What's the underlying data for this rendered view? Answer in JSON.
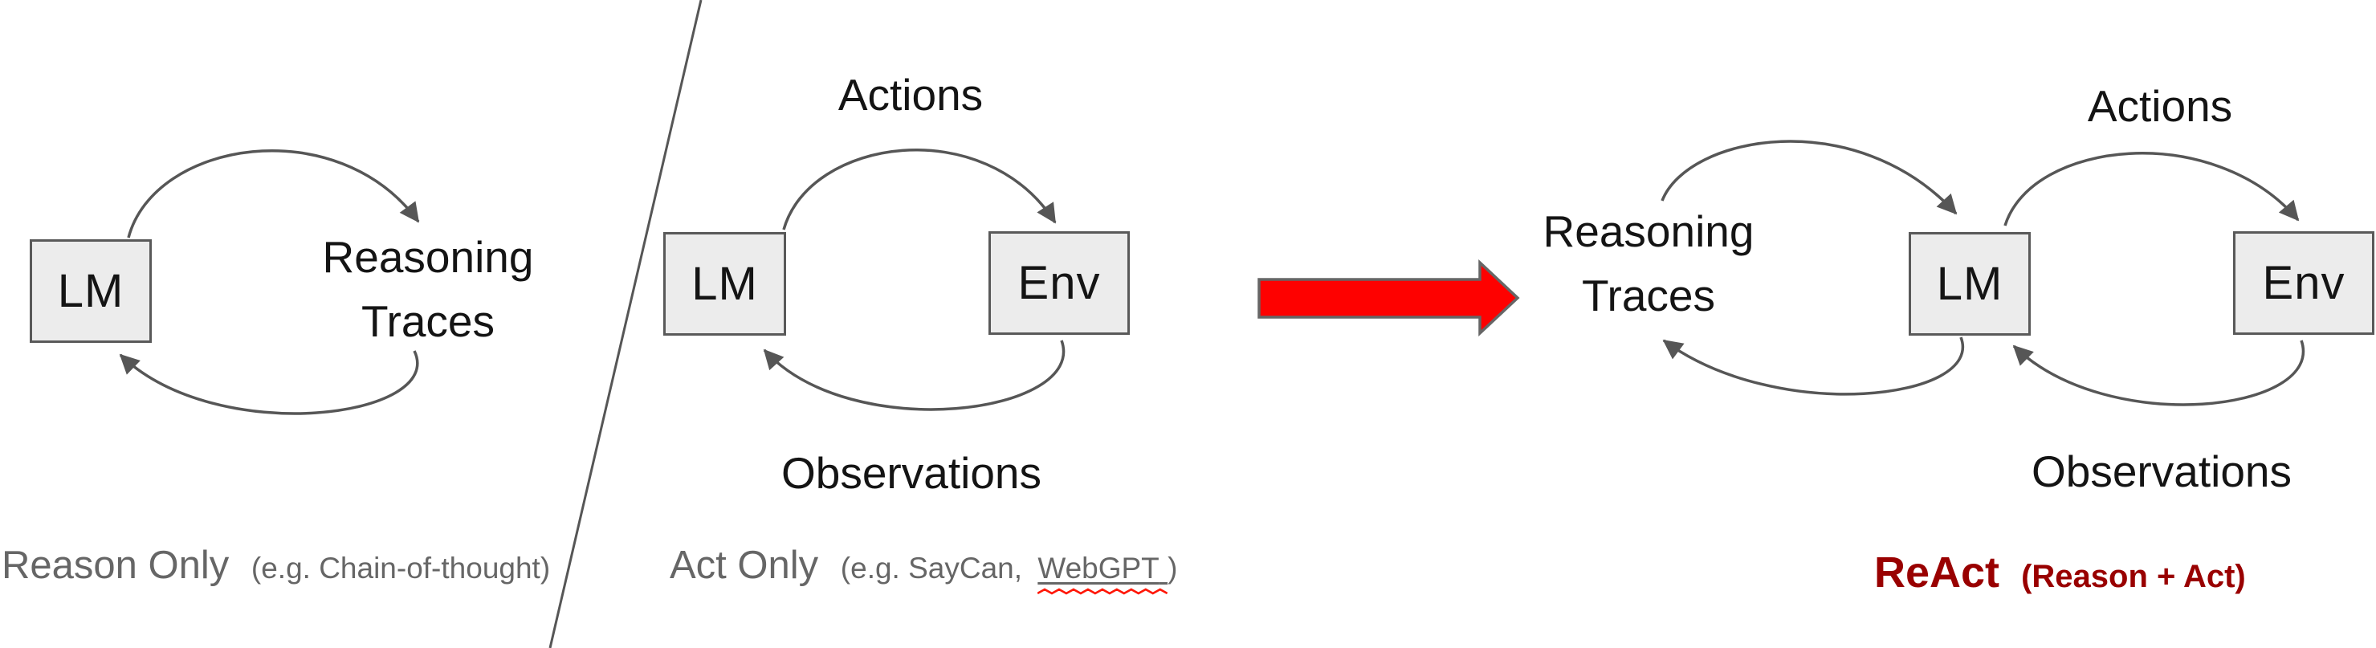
{
  "colors": {
    "diagram_stroke": "#565656",
    "box_fill": "#ececec",
    "box_border": "#595959",
    "text_black": "#141414",
    "caption_gray": "#666666",
    "react_maroon": "#990000",
    "arrow_red": "#fe0100",
    "arrow_red_border": "#666666",
    "squiggle_red": "#ff1707"
  },
  "panels": {
    "reason_only": {
      "caption_main": "Reason Only",
      "caption_detail": "(e.g. Chain-of-thought)",
      "lm_label": "LM",
      "loop_label_line1": "Reasoning",
      "loop_label_line2": "Traces"
    },
    "act_only": {
      "caption_main": "Act Only",
      "caption_detail_prefix": "(e.g. SayCan,",
      "caption_detail_flagged": "WebGPT",
      "caption_detail_suffix": ")",
      "lm_label": "LM",
      "env_label": "Env",
      "top_edge_label": "Actions",
      "bottom_edge_label": "Observations"
    },
    "react": {
      "caption_main": "ReAct",
      "caption_detail": "(Reason + Act)",
      "lm_label": "LM",
      "env_label": "Env",
      "loop_label_line1": "Reasoning",
      "loop_label_line2": "Traces",
      "top_edge_label": "Actions",
      "bottom_edge_label": "Observations"
    }
  }
}
